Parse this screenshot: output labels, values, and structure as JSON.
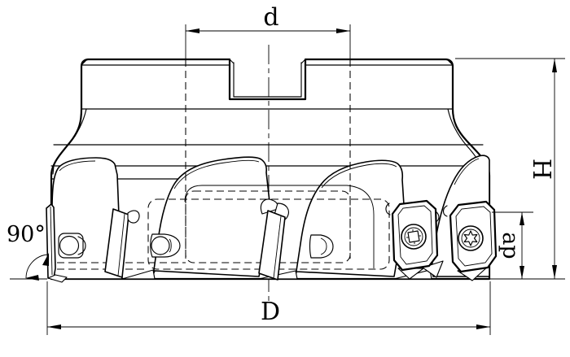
{
  "drawing": {
    "title": "face-mill-cutter-technical-drawing",
    "background_color": "#ffffff",
    "line_color": "#000000"
  },
  "dimensions": {
    "bore_diameter": {
      "label": "d"
    },
    "overall_height": {
      "label": "H"
    },
    "cutting_depth": {
      "label": "ap"
    },
    "outer_diameter": {
      "label": "D"
    },
    "lead_angle": {
      "label": "90°"
    }
  }
}
